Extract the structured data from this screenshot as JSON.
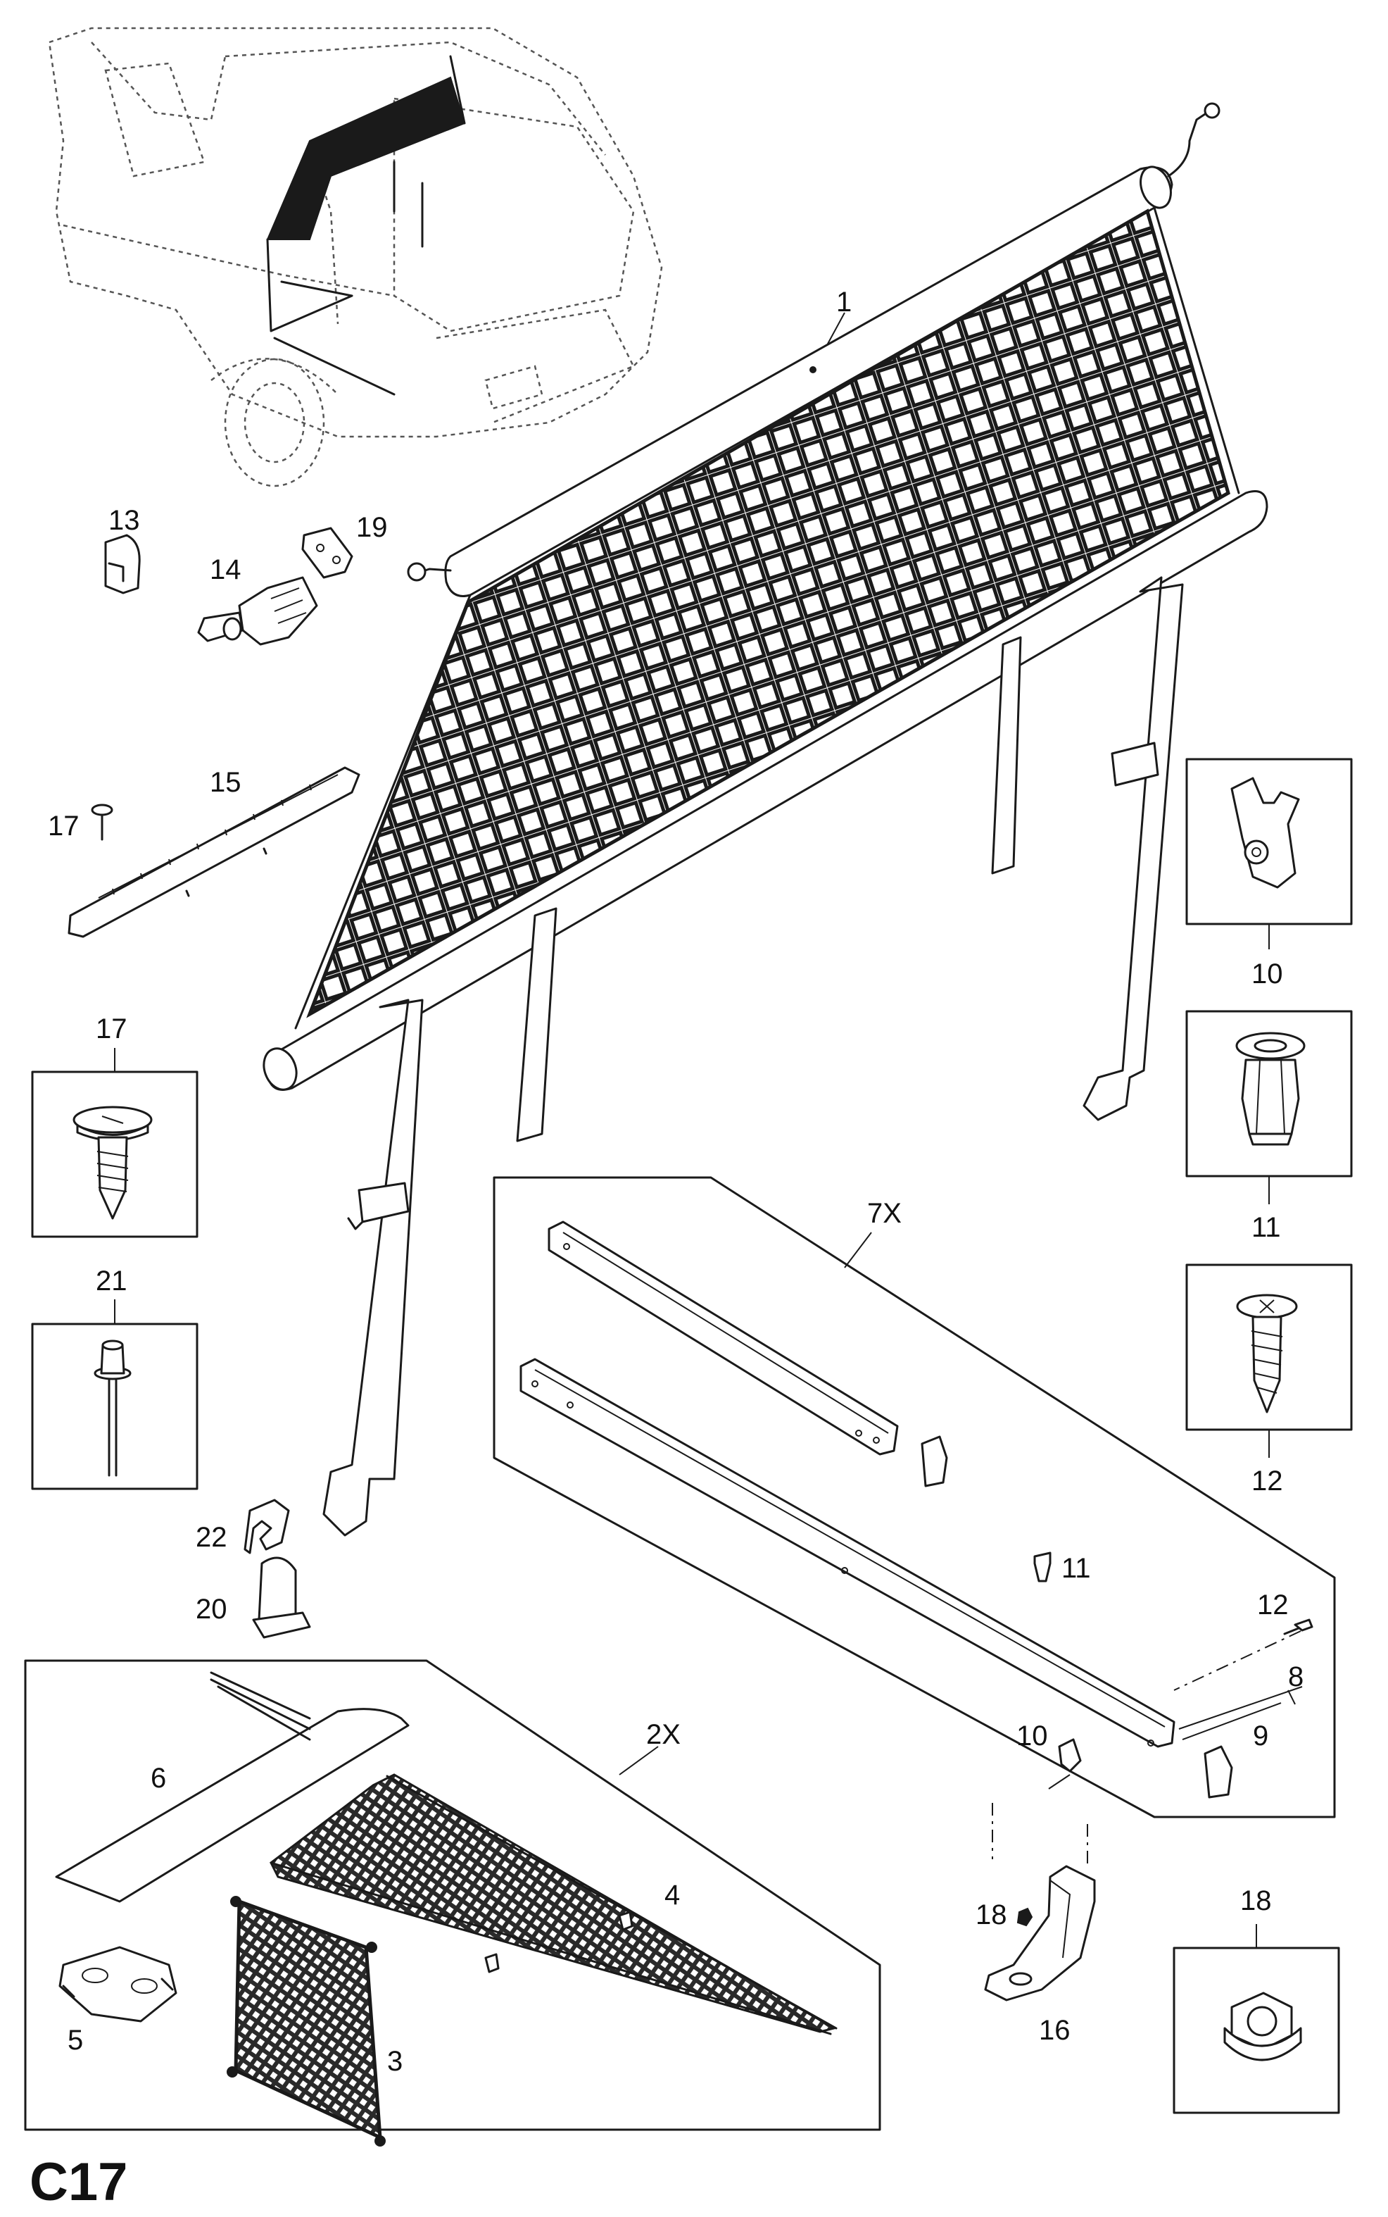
{
  "diagram": {
    "code": "C17",
    "labels": {
      "l1": "1",
      "l2x": "2X",
      "l3": "3",
      "l4": "4",
      "l5": "5",
      "l6": "6",
      "l7x": "7X",
      "l8": "8",
      "l9": "9",
      "l10a": "10",
      "l10b": "10",
      "l11a": "11",
      "l11b": "11",
      "l12a": "12",
      "l12b": "12",
      "l13": "13",
      "l14": "14",
      "l15": "15",
      "l16": "16",
      "l17a": "17",
      "l17b": "17",
      "l18a": "18",
      "l18b": "18",
      "l19": "19",
      "l20": "20",
      "l21": "21",
      "l22": "22"
    }
  }
}
